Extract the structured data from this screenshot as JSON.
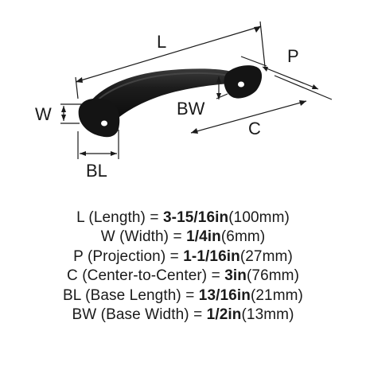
{
  "labels": {
    "L": "L",
    "W": "W",
    "P": "P",
    "BW": "BW",
    "C": "C",
    "BL": "BL"
  },
  "specs": [
    {
      "abbr": "L",
      "name": "(Length)",
      "eq": "=",
      "imperial": "3-15/16in",
      "metric": "(100mm)"
    },
    {
      "abbr": "W",
      "name": "(Width)",
      "eq": "=",
      "imperial": "1/4in",
      "metric": "(6mm)"
    },
    {
      "abbr": "P",
      "name": "(Projection)",
      "eq": "=",
      "imperial": "1-1/16in",
      "metric": "(27mm)"
    },
    {
      "abbr": "C",
      "name": "(Center-to-Center)",
      "eq": "=",
      "imperial": "3in",
      "metric": "(76mm)"
    },
    {
      "abbr": "BL",
      "name": "(Base Length)",
      "eq": "=",
      "imperial": "13/16in",
      "metric": "(21mm)"
    },
    {
      "abbr": "BW",
      "name": "(Base Width)",
      "eq": "=",
      "imperial": "1/2in",
      "metric": "(13mm)"
    }
  ],
  "colors": {
    "handle": "#121212",
    "handle_highlight": "#3a3a3a",
    "dimension_lines": "#1a1a1a"
  }
}
